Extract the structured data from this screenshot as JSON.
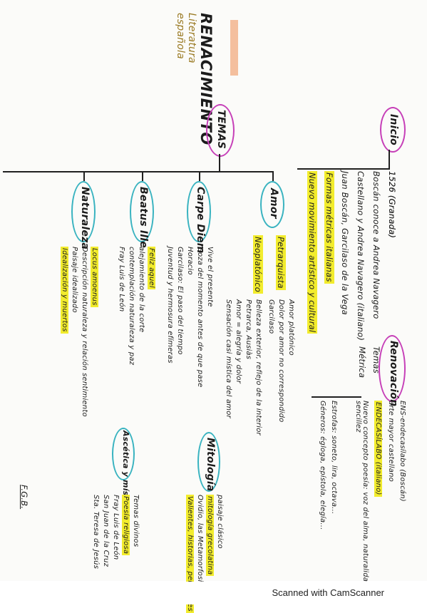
{
  "title": "RENACIMIENTO",
  "subtitle_line1": "Literatura",
  "subtitle_line2": "española",
  "inicio": {
    "label": "Inicio",
    "items": [
      "1526 (Granada)",
      "Boscán conoce a Andrea Navagero",
      "Castellano y Andrea Navagero (italiano)",
      "Juan Boscán, Garcilaso de la Vega",
      "Formas métricas italianas",
      "Nuevo movimiento artístico y cultural"
    ]
  },
  "renovacion": {
    "label": "Renovación",
    "temas": "Temas",
    "metrica": "Métrica",
    "items": [
      "ENS-endecasílabo (Boscán)",
      "arte mayor castellano",
      "ENDECASÍLABO (italiano)",
      "Nuevo concepto poesía: voz del alma, naturalidad, sencillez",
      "Estrofas: soneto, lira, octava...",
      "Géneros: égloga, epístola, elegía..."
    ]
  },
  "temas": {
    "label": "TEMAS",
    "amor": {
      "label": "Amor",
      "a_label": "Petrarquista",
      "a_items": [
        "Amor platónico",
        "Dolor por amor no correspondido",
        "Garcilaso"
      ],
      "b_label": "Neoplatónico",
      "b_items": [
        "Belleza exterior, reflejo de la interior",
        "Petrarca, Ausiàs",
        "Amor = alegría y dolor",
        "Sensación casi mística del amor"
      ]
    },
    "carpe": {
      "label": "Carpe Diem",
      "items": [
        "Vive el presente",
        "Goza del momento antes de que pase",
        "Horacio",
        "Garcilaso: El paso del tiempo",
        "Juventud y hermosura efímeras"
      ]
    },
    "beatus": {
      "label": "Beatus Ille",
      "items": [
        "Feliz aquel",
        "alejamiento de la corte",
        "contemplación naturaleza y paz",
        "Fray Luis de León"
      ]
    },
    "naturaleza": {
      "label": "Naturaleza",
      "items": [
        "Locus amoenus",
        "Descripción naturaleza y relación sentimiento",
        "Paisaje idealizado",
        "Idealización y muertos"
      ]
    },
    "mitologia": {
      "label": "Mitología",
      "items": [
        "paisaje clásico",
        "mitología grecolatina",
        "Ovidio, las Metamorfosis",
        "Valientes, historias, personajes"
      ]
    },
    "religiosa": {
      "label": "Ascética y mística",
      "items": [
        "Temas divinos",
        "Poesía religiosa",
        "Fray Luis de León",
        "San Juan de la Cruz",
        "Sta. Teresa de Jesús"
      ]
    }
  },
  "initials": "F.G.B.",
  "footer": "Scanned with CamScanner"
}
